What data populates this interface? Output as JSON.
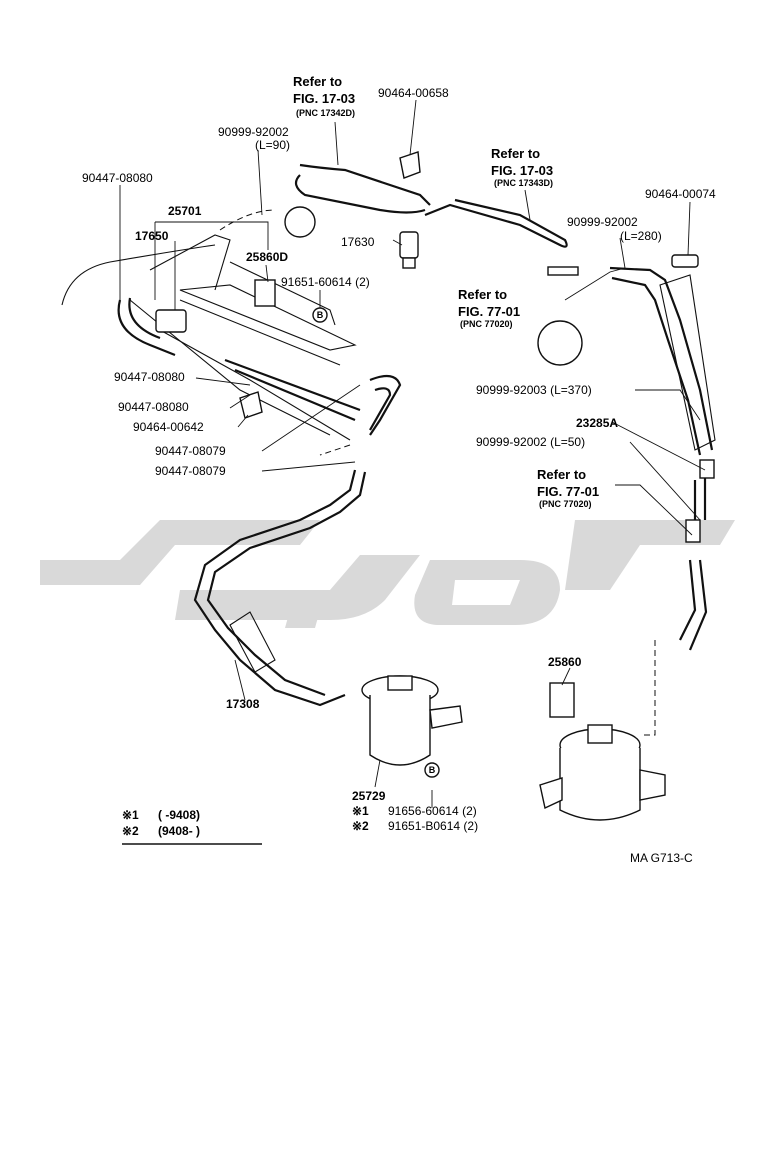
{
  "labels": {
    "refer_17_03_left_a": "Refer to",
    "refer_17_03_left_b": "FIG. 17-03",
    "refer_17_03_left_c": "(PNC 17342D)",
    "p90464_00658": "90464-00658",
    "p90999_92002_l90_a": "90999-92002",
    "p90999_92002_l90_b": "(L=90)",
    "refer_17_03_right_a": "Refer to",
    "refer_17_03_right_b": "FIG. 17-03",
    "refer_17_03_right_c": "(PNC 17343D)",
    "p90464_00074": "90464-00074",
    "p90447_08080_top": "90447-08080",
    "p25701": "25701",
    "p17650": "17650",
    "p25860D": "25860D",
    "p17630": "17630",
    "p90999_92002_l280_a": "90999-92002",
    "p90999_92002_l280_b": "(L=280)",
    "p91651_60614": "91651-60614 (2)",
    "refer_77_01_top_a": "Refer to",
    "refer_77_01_top_b": "FIG. 77-01",
    "refer_77_01_top_c": "(PNC 77020)",
    "p90447_08080_mid": "90447-08080",
    "p90447_08080_low": "90447-08080",
    "p90464_00642": "90464-00642",
    "p90447_08079_a": "90447-08079",
    "p90447_08079_b": "90447-08079",
    "p90999_92003": "90999-92003 (L=370)",
    "p23285A": "23285A",
    "p90999_92002_l50": "90999-92002 (L=50)",
    "refer_77_01_bot_a": "Refer to",
    "refer_77_01_bot_b": "FIG. 77-01",
    "refer_77_01_bot_c": "(PNC 77020)",
    "p25860": "25860",
    "p17308": "17308",
    "p25729": "25729",
    "note1_b": "91656-60614 (2)",
    "note2_b": "91651-B0614 (2)",
    "legend1": "(      -9408)",
    "legend2": "(9408-       )",
    "note_mark1": "※1",
    "note_mark2": "※2",
    "bolt_mark": "B",
    "figure_code": "MA  G713-C"
  },
  "colors": {
    "ink": "#111111",
    "watermark": "#d9d9d9",
    "background": "#ffffff"
  }
}
